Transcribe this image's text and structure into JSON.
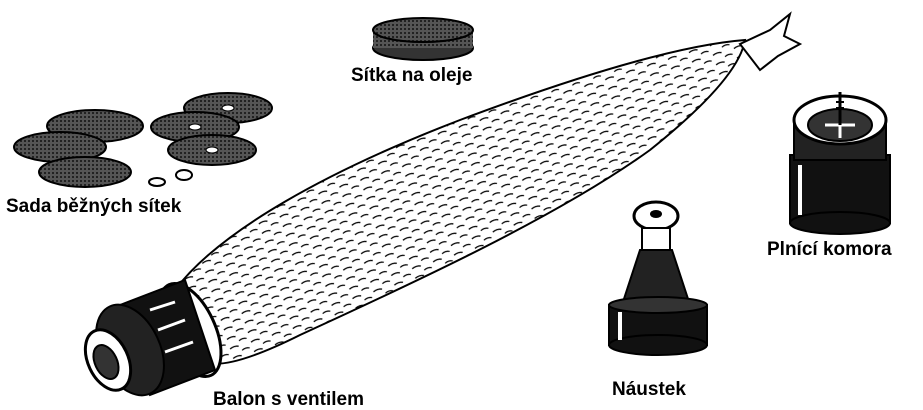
{
  "labels": {
    "oil_screen": "Sítka na oleje",
    "screen_set": "Sada běžných sítek",
    "filling_chamber": "Plnící komora",
    "mouthpiece": "Náustek",
    "balloon_valve": "Balon s ventilem"
  },
  "colors": {
    "ink": "#000000",
    "paper": "#ffffff"
  }
}
